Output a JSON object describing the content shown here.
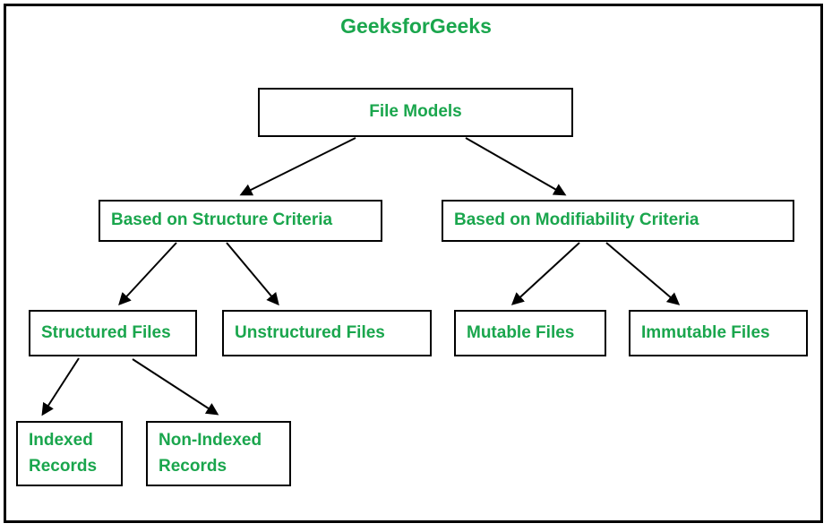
{
  "title": "GeeksforGeeks",
  "colors": {
    "text_green": "#1aa64d",
    "line_black": "#000000",
    "background": "#ffffff"
  },
  "diagram": {
    "type": "hierarchy-tree",
    "nodes": {
      "file_models": {
        "label": "File Models"
      },
      "structure": {
        "label": "Based on Structure Criteria"
      },
      "modifiability": {
        "label": "Based on Modifiability Criteria"
      },
      "structured": {
        "label": "Structured Files"
      },
      "unstructured": {
        "label": "Unstructured Files"
      },
      "mutable": {
        "label": "Mutable Files"
      },
      "immutable": {
        "label": "Immutable Files"
      },
      "indexed": {
        "label": "Indexed Records"
      },
      "non_indexed": {
        "label": "Non-Indexed Records"
      }
    },
    "edges": [
      {
        "from": "file_models",
        "to": "structure"
      },
      {
        "from": "file_models",
        "to": "modifiability"
      },
      {
        "from": "structure",
        "to": "structured"
      },
      {
        "from": "structure",
        "to": "unstructured"
      },
      {
        "from": "modifiability",
        "to": "mutable"
      },
      {
        "from": "modifiability",
        "to": "immutable"
      },
      {
        "from": "structured",
        "to": "indexed"
      },
      {
        "from": "structured",
        "to": "non_indexed"
      }
    ]
  }
}
